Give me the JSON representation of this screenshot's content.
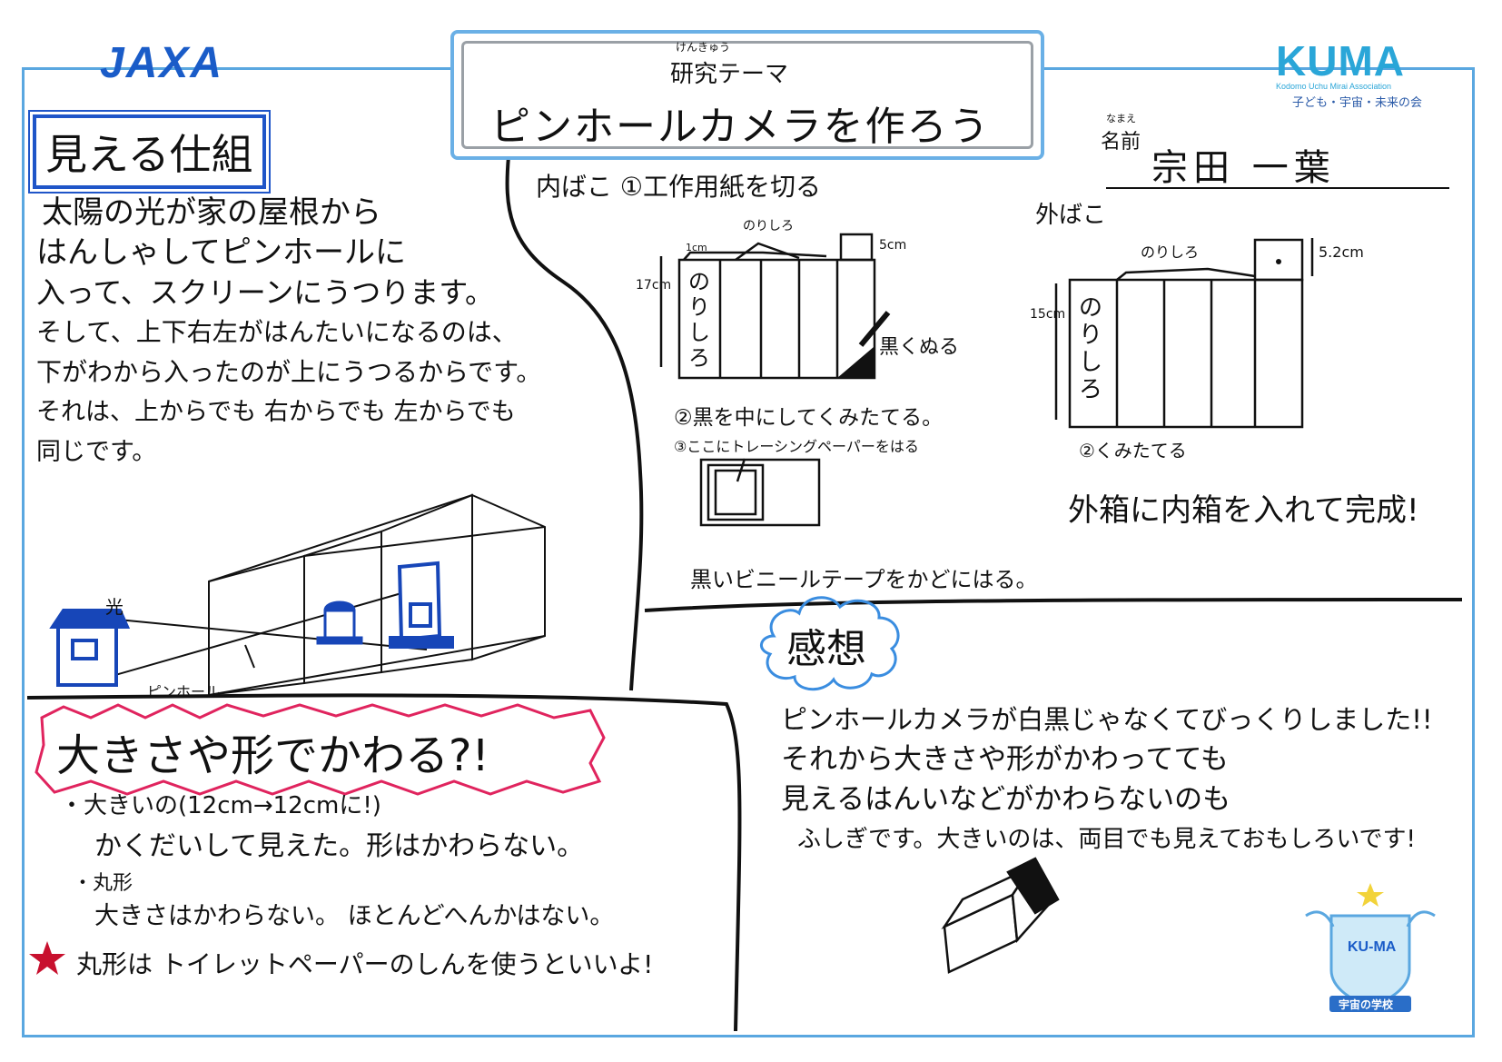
{
  "header": {
    "jaxa_logo": "JAXA",
    "theme_ruby": "けんきゅう",
    "theme_label": "研究テーマ",
    "title": "ピンホールカメラを作ろう",
    "kuma_logo": "KUMA",
    "kuma_sub": "Kodomo Uchu Mirai Association",
    "kuma_tagline": "子ども・宇宙・未来の会",
    "name_ruby": "なまえ",
    "name_label": "名前",
    "name_value": "宗田 一葉"
  },
  "left_section": {
    "heading": "見える仕組",
    "lines": [
      "太陽の光が家の屋根から",
      "はんしゃしてピンホールに",
      "入って、スクリーンにうつります。",
      "そして、上下右左がはんたいになるのは、",
      "下がわから入ったのが上にうつるからです。",
      "それは、上からでも 右からでも 左からでも",
      "同じです。"
    ],
    "diagram_labels": {
      "light": "光",
      "pinhole": "ピンホール"
    }
  },
  "inner_box": {
    "heading": "内ばこ ①工作用紙を切る",
    "glue_label_top": "のりしろ",
    "dim_1cm": "1cm",
    "dim_5cm": "5cm",
    "dim_17cm": "17cm",
    "glue_label_panel": "のりしろ",
    "paint_black": "黒くぬる",
    "step2": "②黒を中にしてくみたてる。",
    "step3": "③ここにトレーシングペーパーをはる",
    "tape_note": "黒いビニールテープをかどにはる。"
  },
  "outer_box": {
    "heading": "外ばこ",
    "glue_label_top": "のりしろ",
    "dim_52cm": "5.2cm",
    "dim_15cm": "15cm",
    "glue_label_panel": "のりしろ",
    "step2": "②くみたてる",
    "complete": "外箱に内箱を入れて完成!"
  },
  "size_section": {
    "heading": "大きさや形でかわる?!",
    "item1_title": "・大きいの(12cm→12cmに!)",
    "item1_body": "かくだいして見えた。形はかわらない。",
    "item2_title": "・丸形",
    "item2_body": "大きさはかわらない。 ほとんどへんかはない。",
    "tip": "丸形は トイレットペーパーのしんを使うといいよ!"
  },
  "impressions": {
    "heading": "感想",
    "lines": [
      "ピンホールカメラが白黒じゃなくてびっくりしました!!",
      "それから大きさや形がかわってても",
      "見えるはんいなどがかわらないのも",
      "ふしぎです。大きいのは、両目でも見えておもしろいです!"
    ]
  },
  "emblem": {
    "logo": "KU-MA",
    "banner": "宇宙の学校"
  },
  "colors": {
    "frame": "#5aa7e0",
    "house_blue": "#1746b8",
    "heading_box": "#1f55c8",
    "starburst": "#e0245e",
    "cloud": "#3a8de0",
    "star": "#c8102e"
  }
}
